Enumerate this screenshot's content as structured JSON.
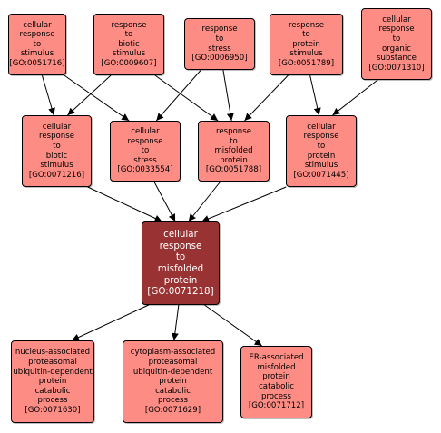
{
  "nodes": [
    {
      "id": "n1",
      "lines": [
        "cellular",
        "response",
        "to",
        "stimulus",
        "[GO:0051716]"
      ]
    },
    {
      "id": "n2",
      "lines": [
        "response",
        "to",
        "biotic",
        "stimulus",
        "[GO:0009607]"
      ]
    },
    {
      "id": "n3",
      "lines": [
        "response",
        "to",
        "stress",
        "[GO:0006950]"
      ]
    },
    {
      "id": "n4",
      "lines": [
        "response",
        "to",
        "protein",
        "stimulus",
        "[GO:0051789]"
      ]
    },
    {
      "id": "n5",
      "lines": [
        "cellular",
        "response",
        "to",
        "organic",
        "substance",
        "[GO:0071310]"
      ]
    },
    {
      "id": "n6",
      "lines": [
        "cellular",
        "response",
        "to",
        "biotic",
        "stimulus",
        "[GO:0071216]"
      ]
    },
    {
      "id": "n7",
      "lines": [
        "cellular",
        "response",
        "to",
        "stress",
        "[GO:0033554]"
      ]
    },
    {
      "id": "n8",
      "lines": [
        "response",
        "to",
        "misfolded",
        "protein",
        "[GO:0051788]"
      ]
    },
    {
      "id": "n9",
      "lines": [
        "cellular",
        "response",
        "to",
        "protein",
        "stimulus",
        "[GO:0071445]"
      ]
    },
    {
      "id": "n10",
      "lines": [
        "cellular",
        "response",
        "to",
        "misfolded",
        "protein",
        "[GO:0071218]"
      ],
      "focus": true
    },
    {
      "id": "n11",
      "lines": [
        "nucleus-associated",
        "proteasomal",
        "ubiquitin-dependent",
        "protein",
        "catabolic",
        "process",
        "[GO:0071630]"
      ]
    },
    {
      "id": "n12",
      "lines": [
        "cytoplasm-associated",
        "proteasomal",
        "ubiquitin-dependent",
        "protein",
        "catabolic",
        "process",
        "[GO:0071629]"
      ]
    },
    {
      "id": "n13",
      "lines": [
        "ER-associated",
        "misfolded",
        "protein",
        "catabolic",
        "process",
        "[GO:0071712]"
      ]
    }
  ],
  "edges": [
    [
      "n1",
      "n6"
    ],
    [
      "n1",
      "n7"
    ],
    [
      "n2",
      "n6"
    ],
    [
      "n2",
      "n8"
    ],
    [
      "n3",
      "n7"
    ],
    [
      "n3",
      "n8"
    ],
    [
      "n4",
      "n8"
    ],
    [
      "n4",
      "n9"
    ],
    [
      "n5",
      "n9"
    ],
    [
      "n6",
      "n10"
    ],
    [
      "n7",
      "n10"
    ],
    [
      "n8",
      "n10"
    ],
    [
      "n9",
      "n10"
    ],
    [
      "n10",
      "n11"
    ],
    [
      "n10",
      "n12"
    ],
    [
      "n10",
      "n13"
    ]
  ],
  "colors": {
    "node_fill": "#fc8c84",
    "focus_fill": "#993333",
    "edge": "#000000"
  }
}
